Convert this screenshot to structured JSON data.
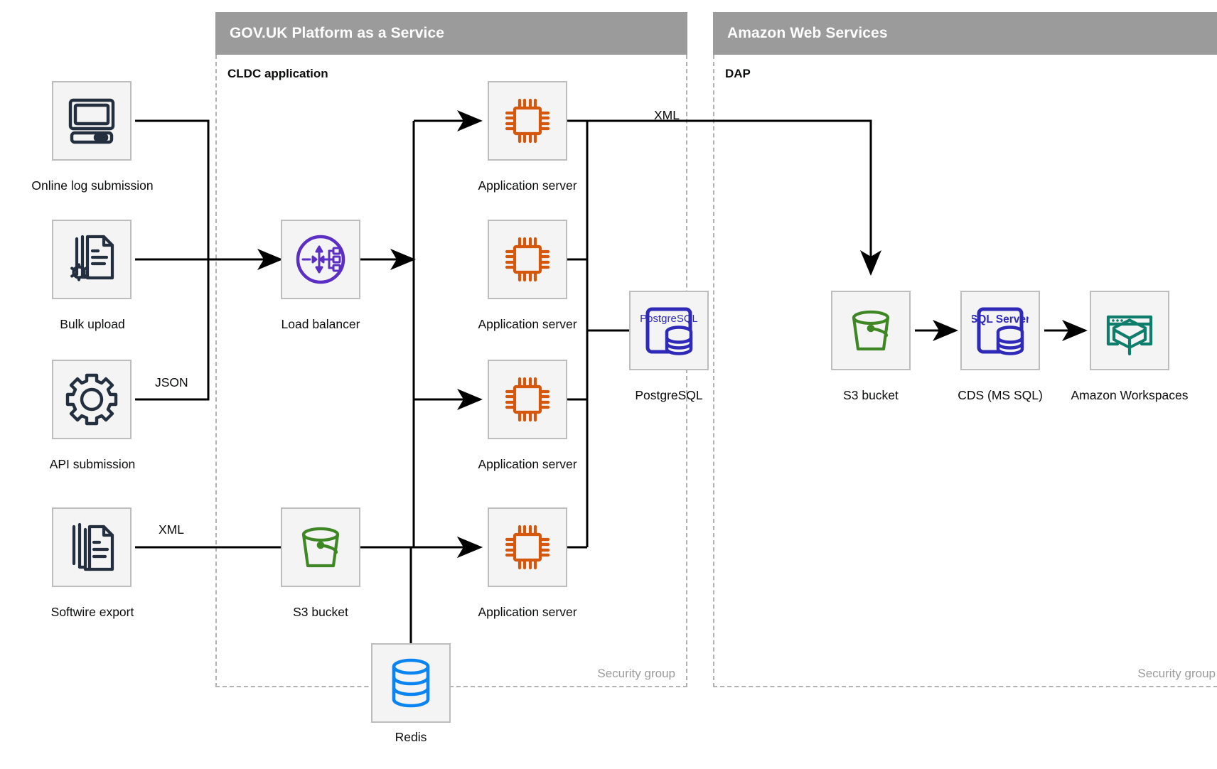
{
  "groups": [
    {
      "id": "paas",
      "title": "GOV.UK Platform as a Service",
      "sublabel": "CLDC application",
      "footer": "Security group"
    },
    {
      "id": "aws",
      "title": "Amazon Web Services",
      "sublabel": "DAP",
      "footer": "Security group"
    }
  ],
  "nodes": {
    "online_log": {
      "label": "Online log submission",
      "icon": "desktop-computer-icon",
      "color": "#232f3e"
    },
    "bulk_upload": {
      "label": "Bulk upload",
      "icon": "document-gear-icon",
      "color": "#232f3e"
    },
    "api_submission": {
      "label": "API submission",
      "icon": "gear-icon",
      "color": "#232f3e"
    },
    "softwire_export": {
      "label": "Softwire export",
      "icon": "documents-stack-icon",
      "color": "#232f3e"
    },
    "load_balancer": {
      "label": "Load balancer",
      "icon": "load-balancer-icon",
      "color": "#5b2ec4"
    },
    "s3_paas": {
      "label": "S3 bucket",
      "icon": "s3-bucket-icon",
      "color": "#3f8624"
    },
    "app_server_1": {
      "label": "Application server",
      "icon": "cpu-chip-icon",
      "color": "#d4570b"
    },
    "app_server_2": {
      "label": "Application server",
      "icon": "cpu-chip-icon",
      "color": "#d4570b"
    },
    "app_server_3": {
      "label": "Application server",
      "icon": "cpu-chip-icon",
      "color": "#d4570b"
    },
    "app_server_4": {
      "label": "Application server",
      "icon": "cpu-chip-icon",
      "color": "#d4570b"
    },
    "postgresql": {
      "label": "PostgreSQL",
      "icon": "postgresql-database-icon",
      "icon_text": "PostgreSQL",
      "color": "#2f29b8"
    },
    "redis": {
      "label": "Redis",
      "icon": "database-cylinder-icon",
      "color": "#0a84f0"
    },
    "s3_aws": {
      "label": "S3 bucket",
      "icon": "s3-bucket-icon",
      "color": "#3f8624"
    },
    "cds": {
      "label": "CDS (MS SQL)",
      "icon": "sql-server-database-icon",
      "icon_text": "SQL Server",
      "color": "#2f29b8"
    },
    "workspaces": {
      "label": "Amazon Workspaces",
      "icon": "amazon-workspaces-icon",
      "color": "#0f7d6b"
    }
  },
  "edge_labels": {
    "api_json": "JSON",
    "softwire_xml": "XML",
    "appserver_xml": "XML"
  },
  "colors": {
    "header_grey": "#9b9b9b",
    "node_fill": "#f4f4f4",
    "node_border": "#bdbdbd",
    "line": "#000000",
    "dashed_border": "#b3b3b3",
    "muted_text": "#9b9b9b"
  }
}
